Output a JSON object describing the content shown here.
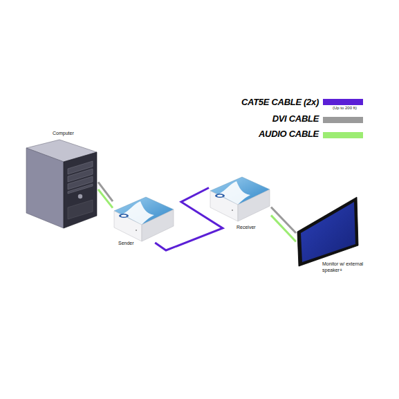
{
  "diagram": {
    "nodes": [
      {
        "text": [
          "Computer"
        ]
      },
      {
        "text": [
          "Sender"
        ]
      },
      {
        "text": [
          "Receiver"
        ]
      },
      {
        "text": [
          "Monitor w/ external speaker+"
        ]
      }
    ],
    "edges": [
      {
        "from": 0,
        "to": 1,
        "arrow": "none"
      },
      {
        "from": 0,
        "to": 1,
        "arrow": "none"
      },
      {
        "from": 1,
        "to": 2,
        "arrow": "none"
      },
      {
        "from": 2,
        "to": 3,
        "arrow": "none"
      },
      {
        "from": 2,
        "to": 3,
        "arrow": "none"
      }
    ],
    "labels": [
      "(Up to 200 ft)"
    ],
    "legend": [
      {
        "text": "CAT5E CABLE (2x)",
        "color": "#5b1fd6"
      },
      {
        "text": "DVI CABLE",
        "color": "#9a9a9a"
      },
      {
        "text": "AUDIO CABLE",
        "color": "#9cec72"
      }
    ]
  }
}
